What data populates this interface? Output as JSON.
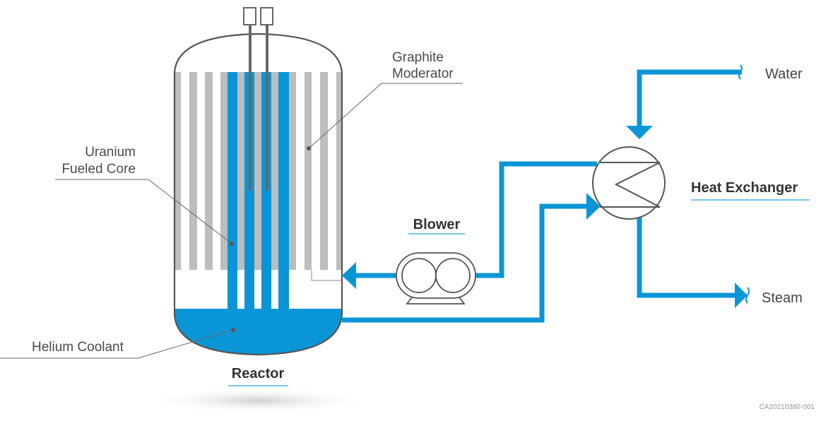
{
  "labels": {
    "graphite_moderator": [
      "Graphite",
      "Moderator"
    ],
    "uranium_core": [
      "Uranium",
      "Fueled Core"
    ],
    "helium_coolant": "Helium Coolant",
    "reactor": "Reactor",
    "blower": "Blower",
    "heat_exchanger": "Heat Exchanger",
    "water": "Water",
    "steam": "Steam"
  },
  "figure_code": "CA20210380-001",
  "colors": {
    "coolant_blue": "#0a96d6",
    "graphite_gray": "#bcbdbf",
    "outline": "#555555",
    "underline_blue": "#2aa3db"
  }
}
